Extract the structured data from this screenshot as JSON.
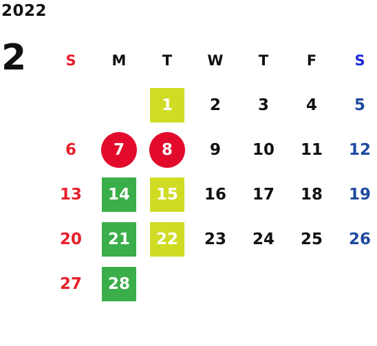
{
  "year": "2022",
  "month": "2",
  "colors": {
    "sunday": "#e6212b",
    "saturday": "#1f4aa0",
    "green_mark": "#3aae49",
    "yellow_mark": "#cfdc23",
    "red_mark": "#e20b2c"
  },
  "weekdays": [
    "S",
    "M",
    "T",
    "W",
    "T",
    "F",
    "S"
  ],
  "weeks": [
    [
      {
        "day": ""
      },
      {
        "day": ""
      },
      {
        "day": "1",
        "mark": "yellow"
      },
      {
        "day": "2"
      },
      {
        "day": "3"
      },
      {
        "day": "4"
      },
      {
        "day": "5"
      }
    ],
    [
      {
        "day": "6"
      },
      {
        "day": "7",
        "mark": "red"
      },
      {
        "day": "8",
        "mark": "red"
      },
      {
        "day": "9"
      },
      {
        "day": "10"
      },
      {
        "day": "11"
      },
      {
        "day": "12"
      }
    ],
    [
      {
        "day": "13"
      },
      {
        "day": "14",
        "mark": "green"
      },
      {
        "day": "15",
        "mark": "yellow"
      },
      {
        "day": "16"
      },
      {
        "day": "17"
      },
      {
        "day": "18"
      },
      {
        "day": "19"
      }
    ],
    [
      {
        "day": "20"
      },
      {
        "day": "21",
        "mark": "green"
      },
      {
        "day": "22",
        "mark": "yellow"
      },
      {
        "day": "23"
      },
      {
        "day": "24"
      },
      {
        "day": "25"
      },
      {
        "day": "26"
      }
    ],
    [
      {
        "day": "27"
      },
      {
        "day": "28",
        "mark": "green"
      },
      {
        "day": ""
      },
      {
        "day": ""
      },
      {
        "day": ""
      },
      {
        "day": ""
      },
      {
        "day": ""
      }
    ]
  ]
}
